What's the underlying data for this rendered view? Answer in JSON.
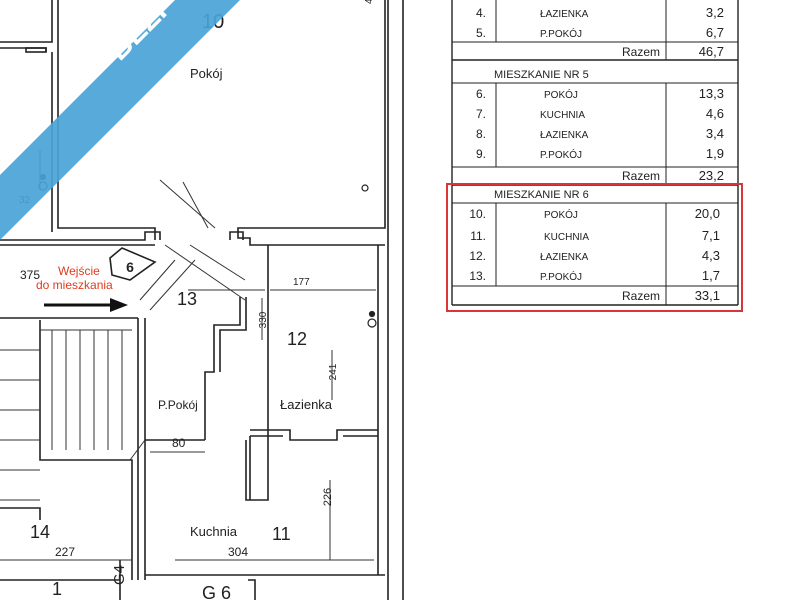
{
  "banner": {
    "text": "BEZP"
  },
  "rooms": {
    "r10": {
      "number": "10",
      "name": "Pokój"
    },
    "r12": {
      "number": "12",
      "name": "Łazienka"
    },
    "r13": {
      "number": "13"
    },
    "r11": {
      "number": "11",
      "name": "Kuchnia"
    },
    "r14": {
      "number": "14"
    },
    "ppokoj": {
      "name": "P.Pokój"
    },
    "r1": {
      "number": "1"
    }
  },
  "apartment_marker": "6",
  "entrance": {
    "line1": "Wejście",
    "line2": "do mieszkania"
  },
  "dimensions": {
    "d375": "375",
    "d177": "177",
    "d330": "330",
    "d241": "241",
    "d80": "80",
    "d226": "226",
    "d227": "227",
    "d304": "304",
    "d32": "32",
    "d4": "4"
  },
  "labels_bottom": {
    "g4": "G4",
    "g6": "G 6"
  },
  "table": {
    "rows_top": [
      {
        "no": "4.",
        "name": "ŁAZIENKA",
        "area": "3,2"
      },
      {
        "no": "5.",
        "name": "P.POKÓJ",
        "area": "6,7"
      }
    ],
    "total_top": {
      "label": "Razem",
      "value": "46,7"
    },
    "apt5": {
      "title": "MIESZKANIE NR 5",
      "rows": [
        {
          "no": "6.",
          "name": "POKÓJ",
          "area": "13,3"
        },
        {
          "no": "7.",
          "name": "KUCHNIA",
          "area": "4,6"
        },
        {
          "no": "8.",
          "name": "ŁAZIENKA",
          "area": "3,4"
        },
        {
          "no": "9.",
          "name": "P.POKÓJ",
          "area": "1,9"
        }
      ],
      "total": {
        "label": "Razem",
        "value": "23,2"
      }
    },
    "apt6": {
      "title": "MIESZKANIE NR 6",
      "rows": [
        {
          "no": "10.",
          "name": "POKÓJ",
          "area": "20,0"
        },
        {
          "no": "11.",
          "name": "KUCHNIA",
          "area": "7,1"
        },
        {
          "no": "12.",
          "name": "ŁAZIENKA",
          "area": "4,3"
        },
        {
          "no": "13.",
          "name": "P.POKÓJ",
          "area": "1,7"
        }
      ],
      "total": {
        "label": "Razem",
        "value": "33,1"
      }
    }
  },
  "colors": {
    "banner": "#4aa3d8",
    "highlight": "#d9363a",
    "ink": "#222222",
    "arrow_text": "#e03a1e"
  }
}
